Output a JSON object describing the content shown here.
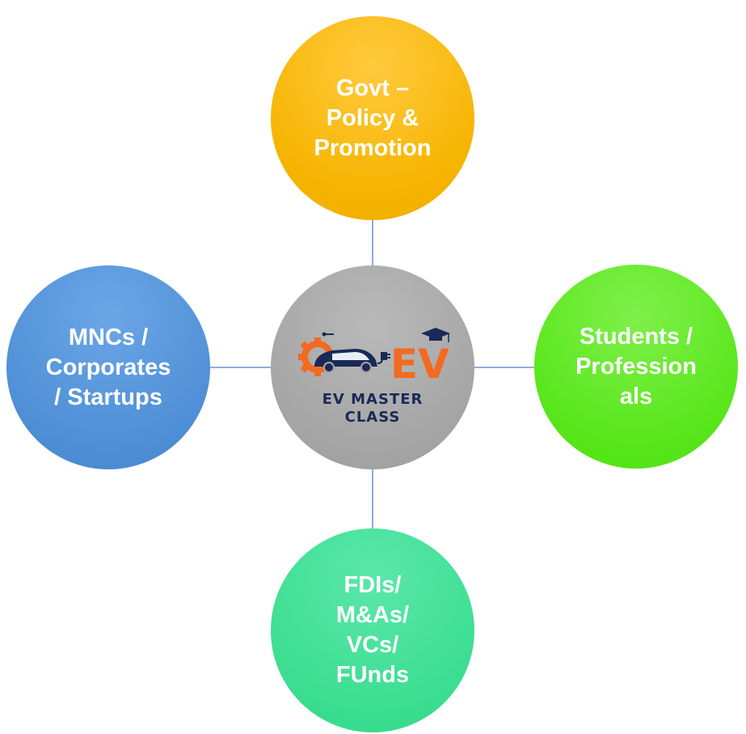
{
  "diagram": {
    "nodes": {
      "top": {
        "label": "Govt –\nPolicy &\nPromotion"
      },
      "left": {
        "label": "MNCs /\nCorporates\n/ Startups"
      },
      "right": {
        "label": "Students /\nProfession\nals"
      },
      "bottom": {
        "label": "FDIs/\nM&As/\nVCs/\nFUnds"
      }
    },
    "center": {
      "logo_mark": "EV",
      "logo_text": "EV MASTER\nCLASS"
    },
    "colors": {
      "top": "#f6b400",
      "left": "#4f8fd6",
      "right": "#58e61b",
      "bottom": "#3cde91",
      "center": "#a5a5a5",
      "connector": "#4f81bd",
      "logo_orange": "#f26b21",
      "logo_navy": "#1a2a57"
    },
    "icons": [
      "gear-icon",
      "car-icon",
      "plug-icon",
      "graduation-cap-icon"
    ]
  }
}
